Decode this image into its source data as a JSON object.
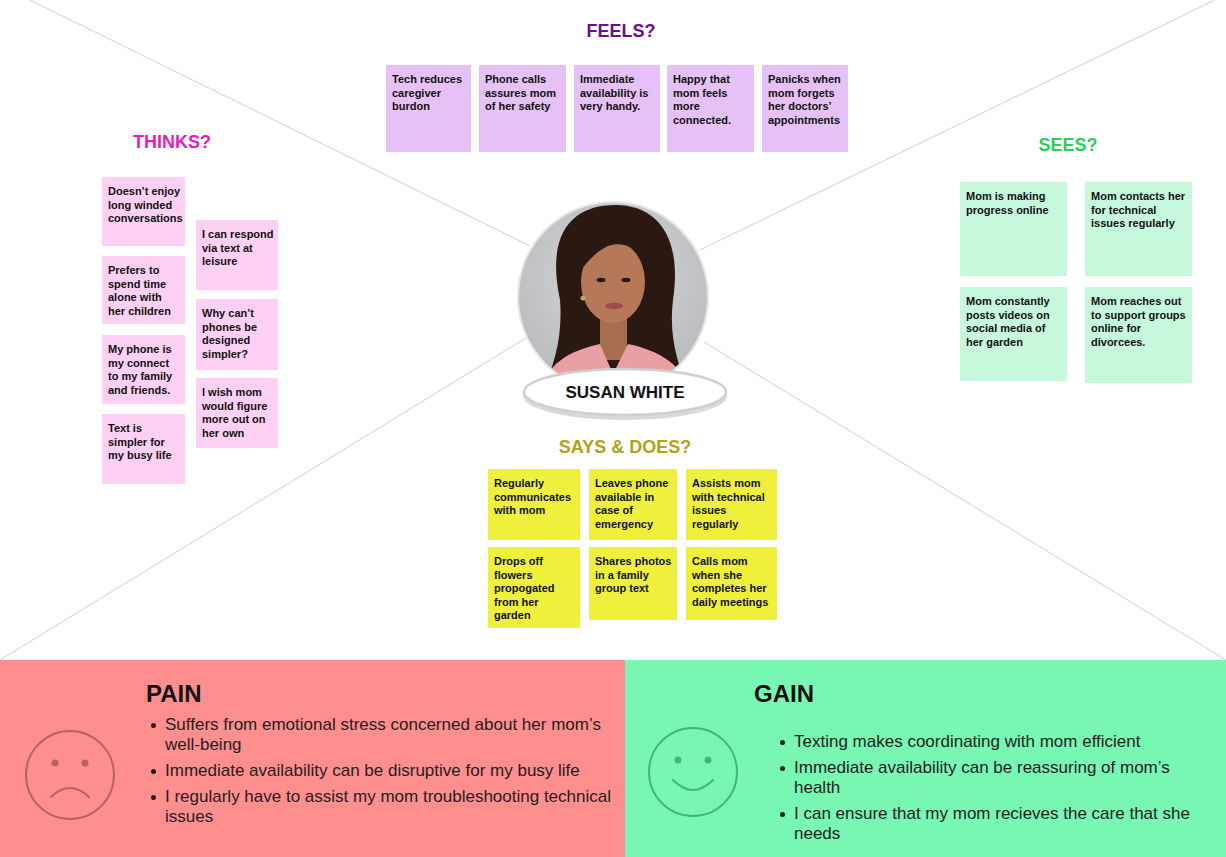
{
  "diagram": {
    "nodes": [
      {
        "text": [
          "Tech reduces caregiver burdon"
        ]
      },
      {
        "text": [
          "Phone calls assures mom of her safety"
        ]
      },
      {
        "text": [
          "Immediate availability is very handy."
        ]
      },
      {
        "text": [
          "Happy that mom feels more connected."
        ]
      },
      {
        "text": [
          "Panicks when mom forgets her doctors’ appointments"
        ]
      },
      {
        "text": [
          "Doesn’t enjoy long winded conversations"
        ]
      },
      {
        "text": [
          "Prefers to spend time alone with her children"
        ]
      },
      {
        "text": [
          "My phone is my connect to my family and friends."
        ]
      },
      {
        "text": [
          "Text is simpler for my busy life"
        ]
      },
      {
        "text": [
          "I can respond via text at leisure"
        ]
      },
      {
        "text": [
          "Why can’t phones be designed simpler?"
        ]
      },
      {
        "text": [
          "I wish mom would figure more out on her own"
        ]
      },
      {
        "text": [
          "Mom is making progress online"
        ]
      },
      {
        "text": [
          "Mom contacts her for technical issues regularly"
        ]
      },
      {
        "text": [
          "Mom constantly posts videos on social media of her garden"
        ]
      },
      {
        "text": [
          "Mom reaches out to support groups online for divorcees."
        ]
      },
      {
        "text": [
          "SUSAN WHITE"
        ]
      },
      {
        "text": [
          "Regularly communicates with mom"
        ]
      },
      {
        "text": [
          "Leaves phone available in case of emergency"
        ]
      },
      {
        "text": [
          "Assists mom with technical issues regularly"
        ]
      },
      {
        "text": [
          "Drops off flowers propogated from her garden"
        ]
      },
      {
        "text": [
          "Shares photos in a family group text"
        ]
      },
      {
        "text": [
          "Calls mom when she completes her daily meetings"
        ]
      },
      {
        "text": [
          "PAIN",
          "Suffers from emotional stress concerned about her mom’s well-being",
          "Immediate availability can be disruptive for my busy life",
          "I regularly have to assist my mom troubleshooting technical issues"
        ]
      },
      {
        "text": [
          "GAIN",
          "Texting makes coordinating with mom efficient",
          "Immediate availability can be reassuring of mom’s health",
          "I can ensure that my mom recieves the care that she needs"
        ]
      }
    ],
    "labels": [
      "FEELS?",
      "THINKS?",
      "SEES?",
      "SAYS & DOES?"
    ]
  }
}
